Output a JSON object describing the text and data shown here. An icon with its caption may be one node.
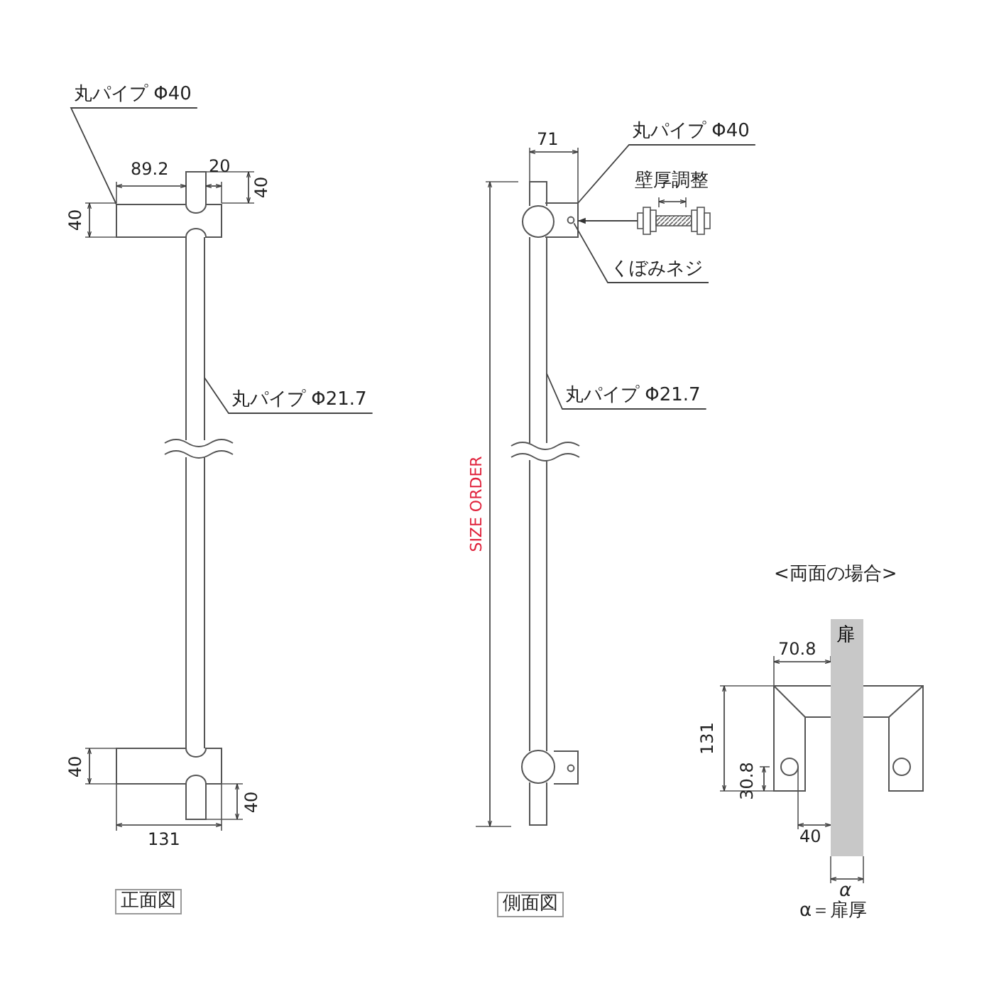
{
  "diagram": {
    "nodes": [
      {
        "text": [
          "丸パイプ Φ40"
        ]
      },
      {
        "text": [],
        "shape": "box"
      },
      {
        "text": [
          "丸パイプ Φ21.7"
        ]
      },
      {
        "text": [],
        "shape": "bar"
      },
      {
        "text": [
          "丸パイプ Φ40"
        ]
      },
      {
        "text": [],
        "shape": "box"
      },
      {
        "text": [
          "くぼみネジ"
        ]
      },
      {
        "text": [],
        "shape": "circle",
        "in": 5
      },
      {
        "text": [],
        "shape": "picture"
      },
      {
        "text": [
          "丸パイプ Φ21.7"
        ]
      },
      {
        "text": [],
        "shape": "bar"
      },
      {
        "text": [
          "正面図"
        ]
      },
      {
        "text": [
          "側面図"
        ]
      },
      {
        "text": [
          "扉"
        ]
      },
      {
        "text": [],
        "shape": "box"
      }
    ],
    "edges": [
      {
        "from": 0,
        "to": 1,
        "arrow": "none"
      },
      {
        "from": 2,
        "to": 3,
        "arrow": "none"
      },
      {
        "from": 4,
        "to": 5,
        "arrow": "none"
      },
      {
        "from": 6,
        "to": 7,
        "arrow": "none"
      },
      {
        "from": 8,
        "to": 5,
        "arrow": "to"
      },
      {
        "from": 9,
        "to": 10,
        "arrow": "none"
      }
    ],
    "labels": [
      "20",
      "89.2",
      "40",
      "40",
      "71",
      "壁厚調整",
      "SIZE ORDER",
      "<両面の場合>",
      "70.8",
      "131",
      "40",
      "30.8",
      "40",
      "40",
      "131",
      "α",
      "α＝扉厚"
    ]
  }
}
